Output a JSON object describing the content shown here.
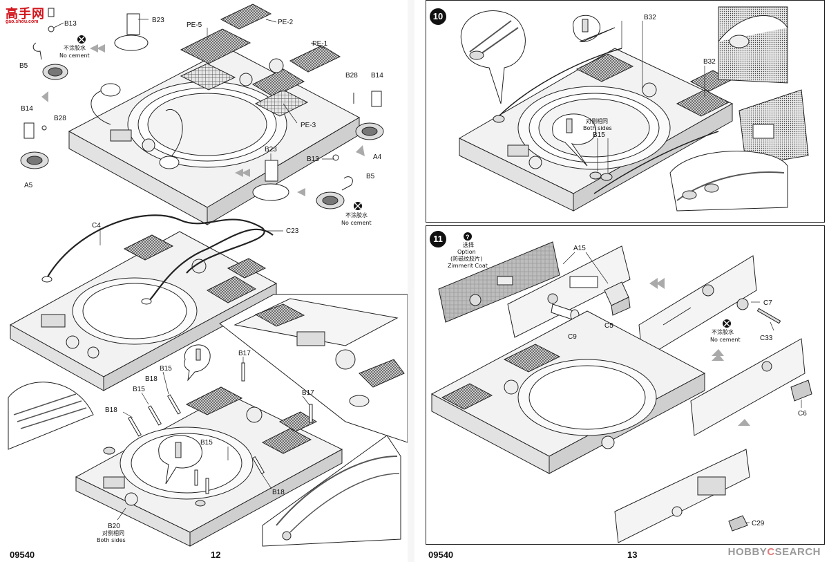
{
  "left_page": {
    "logo": {
      "main": "高手网",
      "sub": "gao.shou.com"
    },
    "labels": {
      "b13a": "B13",
      "b23a": "B23",
      "pe5": "PE-5",
      "pe2": "PE-2",
      "pe1": "PE-1",
      "b5a": "B5",
      "b28a": "B28",
      "b14a": "B14",
      "b14b": "B14",
      "b28b": "B28",
      "pe3": "PE-3",
      "a4": "A4",
      "a5": "A5",
      "b23b": "B23",
      "b13b": "B13",
      "b5b": "B5",
      "c4": "C4",
      "c23": "C23",
      "b17a": "B17",
      "b15a": "B15",
      "b18a": "B18",
      "b15b": "B15",
      "b18b": "B18",
      "b17b": "B17",
      "b15c": "B15",
      "b18c": "B18",
      "b20": "B20"
    },
    "no_cement_a": {
      "cn": "不涂胶水",
      "en": "No cement"
    },
    "no_cement_b": {
      "cn": "不涂胶水",
      "en": "No cement"
    },
    "both_sides": {
      "cn": "对侧相同",
      "en": "Both sides"
    },
    "kit_number": "09540",
    "page_number": "12"
  },
  "right_page": {
    "step10": {
      "number": "10",
      "labels": {
        "b32a": "B32",
        "b32b": "B32",
        "b15": "B15"
      },
      "both_sides": {
        "cn": "对侧相同",
        "en": "Both sides"
      }
    },
    "step11": {
      "number": "11",
      "option": {
        "cn1": "选择",
        "en1": "Option",
        "cn2": "(防磁纹胶片)",
        "en2": "Zimmerit Coat"
      },
      "labels": {
        "a15": "A15",
        "c9": "C9",
        "c5": "C5",
        "c7": "C7",
        "c33": "C33",
        "c6": "C6",
        "c29": "C29"
      },
      "no_cement": {
        "cn": "不涂胶水",
        "en": "No cement"
      }
    },
    "kit_number": "09540",
    "page_number": "13",
    "watermark": {
      "brand": "HOBBY",
      "brand_highlight": "C",
      "rest": "SEARCH"
    }
  }
}
